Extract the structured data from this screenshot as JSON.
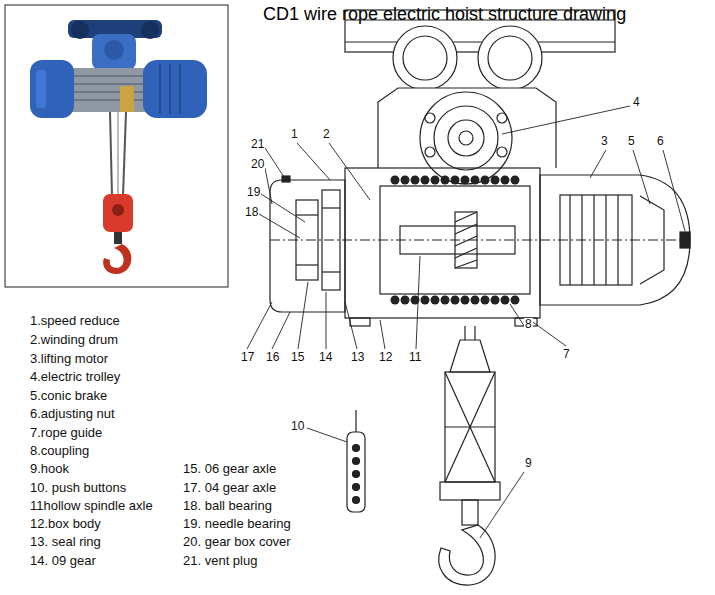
{
  "diagram": {
    "title": "CD1 wire rope electric hoist structure drawing",
    "labels": [
      "1",
      "2",
      "3",
      "4",
      "5",
      "6",
      "7",
      "8",
      "9",
      "10",
      "11",
      "12",
      "13",
      "14",
      "15",
      "16",
      "17",
      "18",
      "19",
      "20",
      "21",
      "1.speed reduce",
      "2.winding drum",
      "3.lifting motor",
      "4.electric trolley",
      "5.conic brake",
      "6.adjusting nut",
      "7.rope guide",
      "8.coupling",
      "9.hook",
      "10. push buttons",
      "11hollow spindle axle",
      "12.box body",
      "13. seal ring",
      "14. 09 gear",
      "15. 06 gear axle",
      "17. 04 gear axle",
      "18. ball bearing",
      "19. needle bearing",
      "20. gear box cover",
      "21. vent plug"
    ]
  }
}
